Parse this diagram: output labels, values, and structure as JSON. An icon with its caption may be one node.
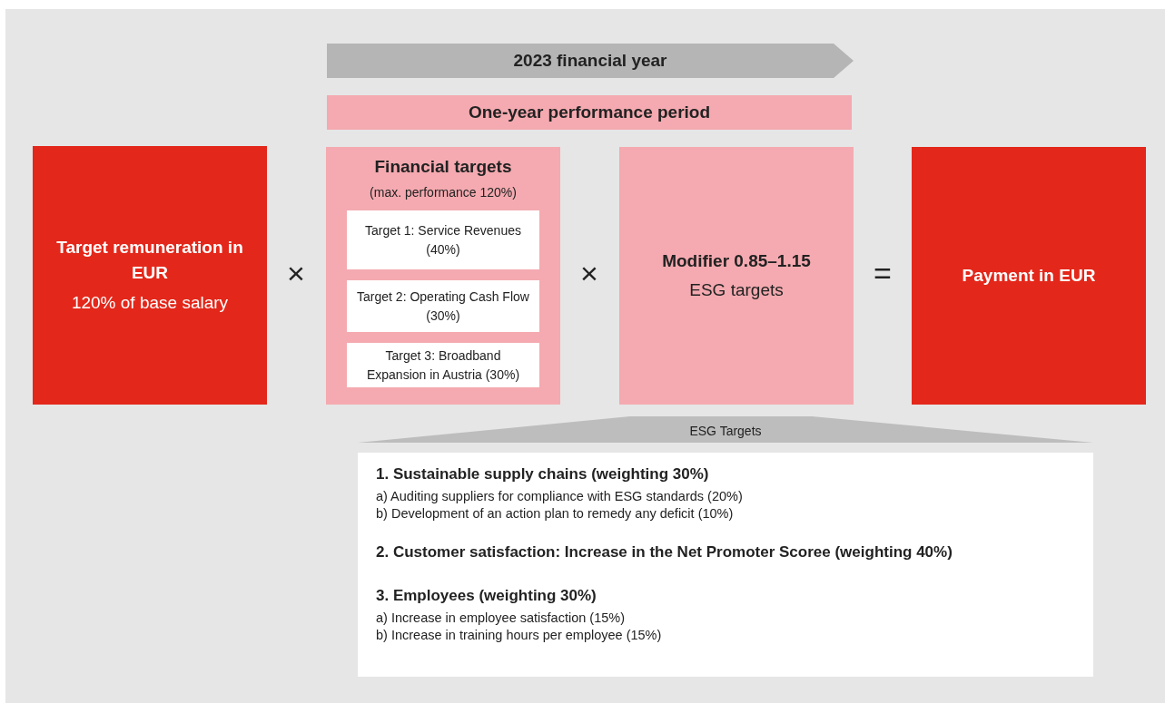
{
  "diagram": {
    "nodes": [
      {
        "text": [
          "2023 financial year"
        ]
      },
      {
        "text": [
          "One-year performance period"
        ]
      },
      {
        "text": [
          "Target remuneration in EUR",
          "120% of base salary"
        ]
      },
      {
        "text": [
          "Financial targets",
          "(max. performance 120%)"
        ]
      },
      {
        "text": [
          "Target 1: Service Revenues (40%)"
        ],
        "in": 3
      },
      {
        "text": [
          "Target 2: Operating Cash Flow (30%)"
        ],
        "in": 3
      },
      {
        "text": [
          "Target 3: Broadband Expansion in Austria (30%)"
        ],
        "in": 3
      },
      {
        "text": [
          "Modifier 0.85–1.15",
          "ESG targets"
        ]
      },
      {
        "text": [
          "Payment in EUR"
        ]
      },
      {
        "text": [
          "ESG Targets"
        ]
      },
      {
        "text": [
          "1. Sustainable supply chains (weighting 30%)",
          "a) Auditing suppliers for compliance with ESG standards (20%)",
          "b) Development of an action plan to remedy any deficit (10%)",
          "2. Customer satisfaction: Increase in the Net Promoter Scoree (weighting 40%)",
          "3. Employees (weighting 30%)",
          "a) Increase in employee satisfaction (15%)",
          "b) Increase in training hours per employee (15%)"
        ]
      }
    ],
    "labels": [
      "×",
      "×",
      "="
    ]
  }
}
